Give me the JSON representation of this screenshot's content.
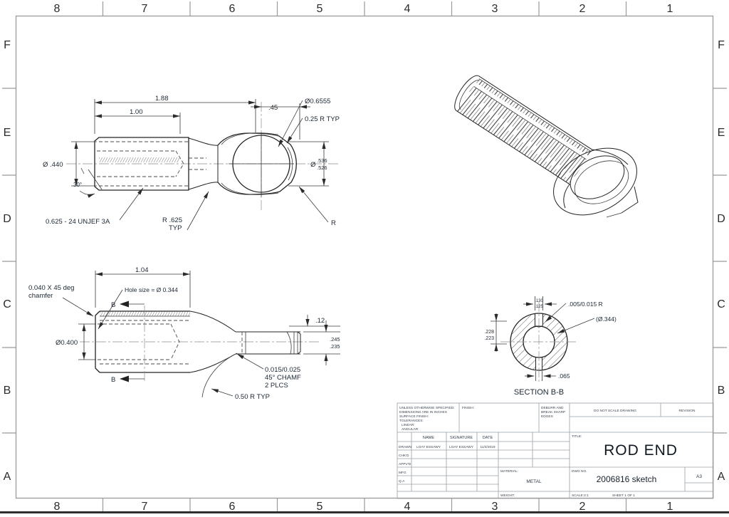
{
  "sheet": {
    "zone_cols": [
      "8",
      "7",
      "6",
      "5",
      "4",
      "3",
      "2",
      "1"
    ],
    "zone_rows": [
      "F",
      "E",
      "D",
      "C",
      "B",
      "A"
    ]
  },
  "front_view": {
    "dim_overall": "1.88",
    "dim_thread_len": "1.00",
    "dim_center_offset": ".45",
    "dim_eye_od": "Ø0.6555",
    "dim_fillet": "0.25 R TYP",
    "bore_dia_symbol": "Ø",
    "bore_upper": ".536",
    "bore_lower": ".526",
    "dim_shank": "Ø .440",
    "angle": "30°",
    "thread_note": "0.625 - 24 UNJEF 3A",
    "neck_r_line1": "R .625",
    "neck_r_line2": "TYP",
    "radius_ref": "R"
  },
  "bottom_view": {
    "dim_length": "1.04",
    "hole_note": "Hole size = Ø 0.344",
    "chamfer_line1": "0.040 X 45 deg",
    "chamfer_line2": "chamfer",
    "section_letter": "B",
    "dim_cbore": "Ø0.400",
    "dim_tip": ".12",
    "stem_upper": ".245",
    "stem_lower": ".235",
    "chamf_line1": "0.015/0.025",
    "chamf_line2": "45° CHAMF",
    "chamf_line3": "2 PLCS",
    "radius_note": "0.50 R TYP"
  },
  "section_view": {
    "label": "SECTION B-B",
    "slot_upper": ".130",
    "slot_lower": ".125",
    "corner_r": ".005/0.015 R",
    "ref_dia": "(Ø.344)",
    "depth_upper": ".228",
    "depth_lower": ".223",
    "slit": ".065"
  },
  "title_block": {
    "tolerance_note": [
      "UNLESS OTHERWISE SPECIFIED:",
      "DIMENSIONS ARE IN INCHES",
      "SURFACE FINISH:",
      "TOLERANCES:",
      "LINEAR:",
      "ANGULAR:"
    ],
    "finish_label": "FINISH:",
    "deburr_note": [
      "DEBURR AND",
      "BREAK SHARP",
      "EDGES"
    ],
    "do_not_scale": "DO NOT SCALE DRAWING",
    "revision_label": "REVISION",
    "header": {
      "name": "NAME",
      "signature": "SIGNATURE",
      "date": "DATE"
    },
    "rows": [
      {
        "label": "DRAWN",
        "name": "LOAY ESSAWY",
        "signature": "LOAY ESSAWY",
        "date": "11/3/2019"
      },
      {
        "label": "CHK'D",
        "name": "",
        "signature": "",
        "date": ""
      },
      {
        "label": "APPV'D",
        "name": "",
        "signature": "",
        "date": ""
      },
      {
        "label": "MFG",
        "name": "",
        "signature": "",
        "date": ""
      },
      {
        "label": "Q.A",
        "name": "",
        "signature": "",
        "date": ""
      }
    ],
    "title_label": "TITLE:",
    "title": "ROD END",
    "material_label": "MATERIAL:",
    "material": "METAL",
    "weight_label": "WEIGHT:",
    "dwg_label": "DWG NO.",
    "dwg_no": "2006816 sketch",
    "size": "A3",
    "scale": "SCALE:2:1",
    "sheet_of": "SHEET 1 OF 1"
  }
}
